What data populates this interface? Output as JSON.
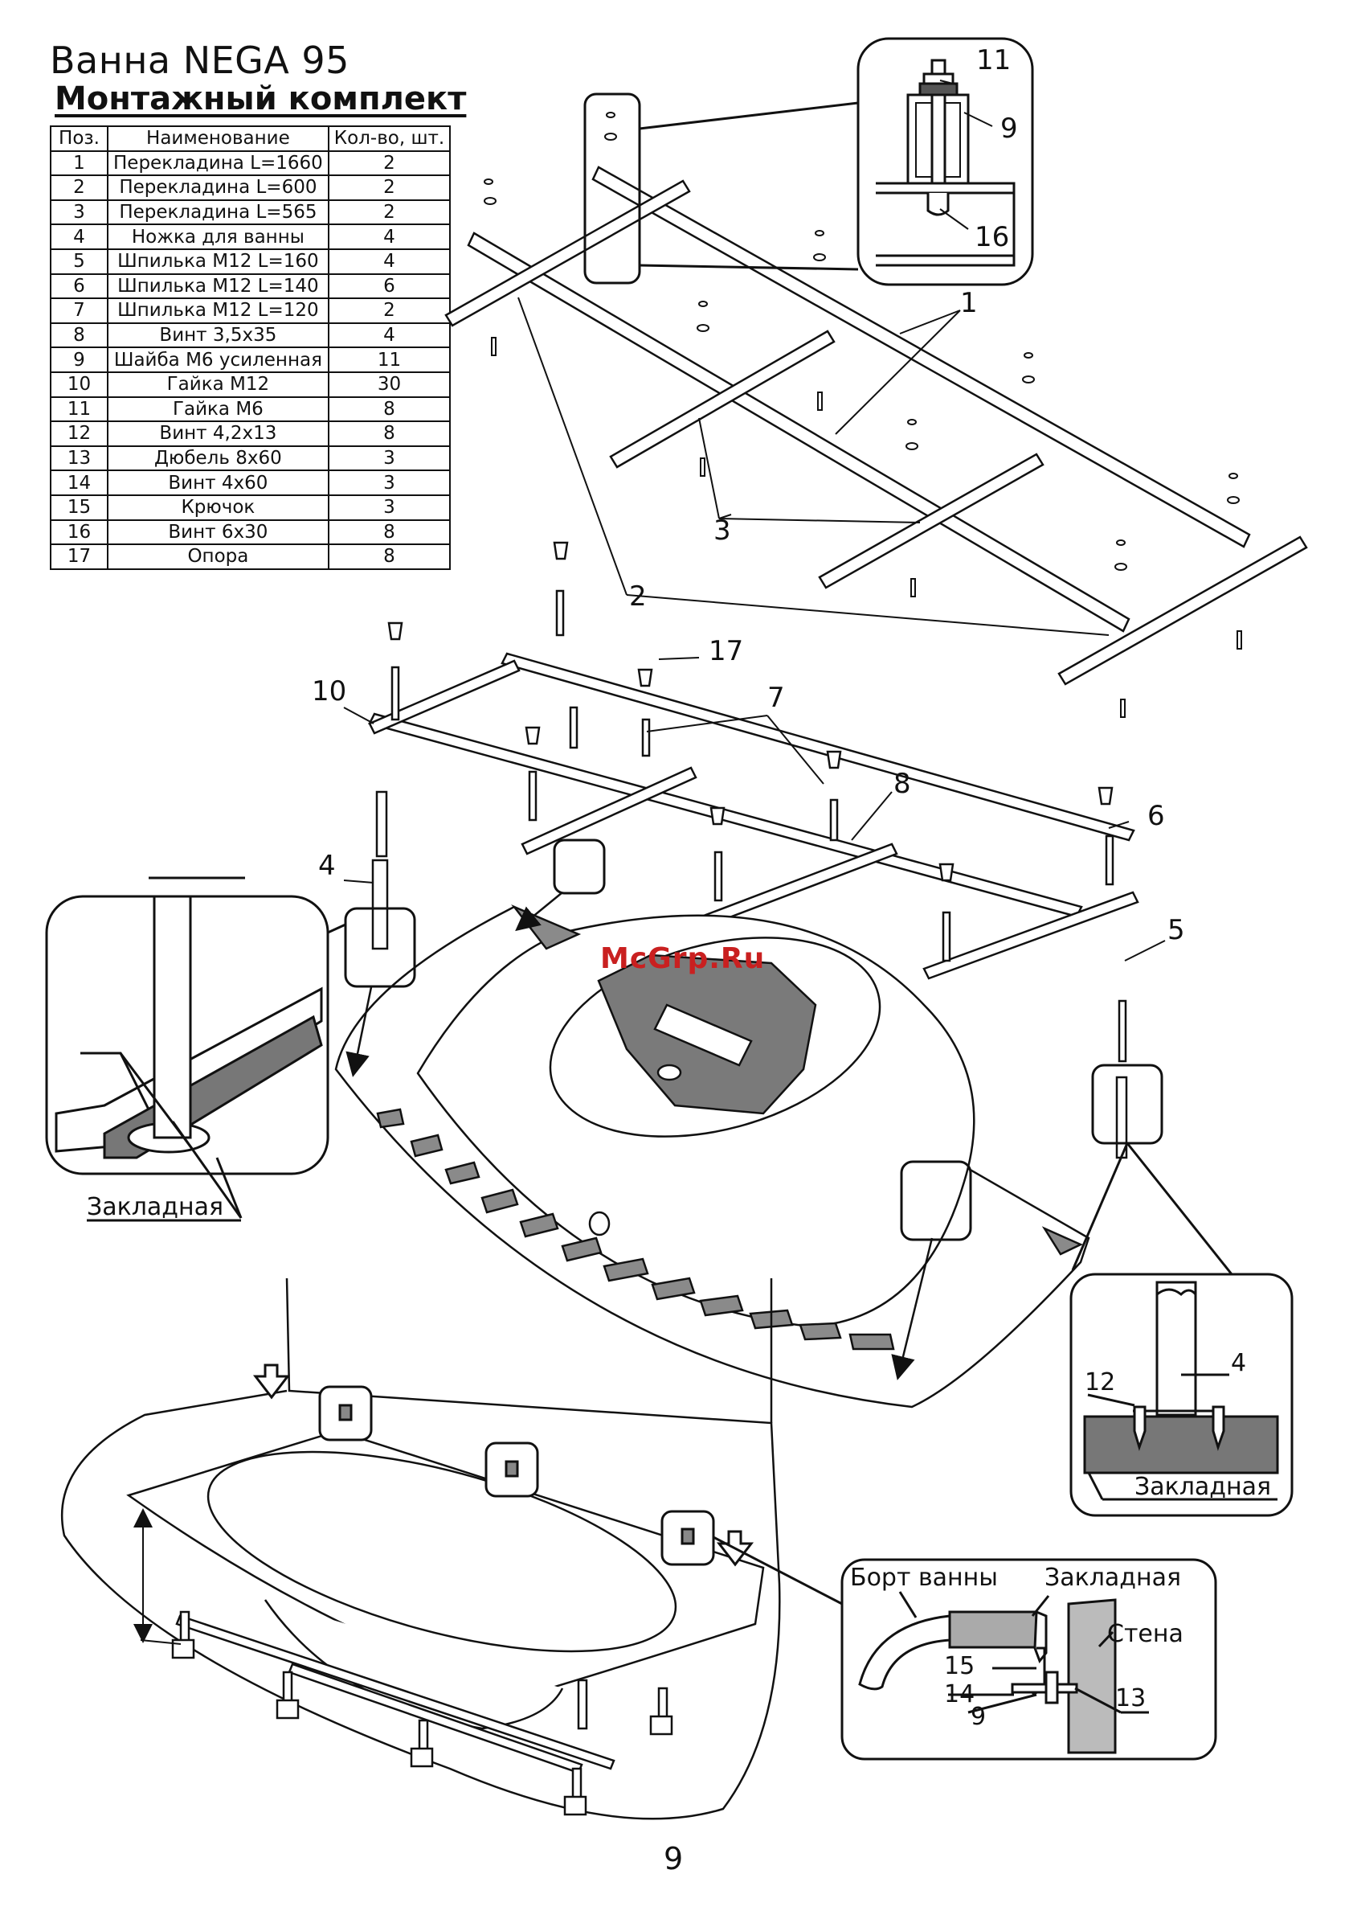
{
  "header": {
    "title": "Ванна NEGA 95",
    "subtitle": "Монтажный комплект"
  },
  "table": {
    "headers": [
      "Поз.",
      "Наименование",
      "Кол-во, шт."
    ],
    "rows": [
      [
        "1",
        "Перекладина L=1660",
        "2"
      ],
      [
        "2",
        "Перекладина L=600",
        "2"
      ],
      [
        "3",
        "Перекладина L=565",
        "2"
      ],
      [
        "4",
        "Ножка для ванны",
        "4"
      ],
      [
        "5",
        "Шпилька М12 L=160",
        "4"
      ],
      [
        "6",
        "Шпилька М12 L=140",
        "6"
      ],
      [
        "7",
        "Шпилька М12 L=120",
        "2"
      ],
      [
        "8",
        "Винт 3,5х35",
        "4"
      ],
      [
        "9",
        "Шайба М6 усиленная",
        "11"
      ],
      [
        "10",
        "Гайка М12",
        "30"
      ],
      [
        "11",
        "Гайка М6",
        "8"
      ],
      [
        "12",
        "Винт 4,2х13",
        "8"
      ],
      [
        "13",
        "Дюбель 8х60",
        "3"
      ],
      [
        "14",
        "Винт 4х60",
        "3"
      ],
      [
        "15",
        "Крючок",
        "3"
      ],
      [
        "16",
        "Винт 6х30",
        "8"
      ],
      [
        "17",
        "Опора",
        "8"
      ]
    ]
  },
  "callouts": {
    "c1": "1",
    "c2": "2",
    "c3": "3",
    "c4": "4",
    "c5": "5",
    "c6": "6",
    "c7": "7",
    "c8": "8",
    "c10": "10",
    "c17": "17",
    "detail_top": {
      "n11": "11",
      "n9": "9",
      "n16": "16"
    },
    "detail_leg": {
      "n4": "4",
      "n12": "12",
      "embed": "Закладная"
    },
    "detail_left": {
      "embed": "Закладная"
    },
    "detail_wall": {
      "rim": "Борт ванны",
      "embed": "Закладная",
      "wall": "Стена",
      "n15": "15",
      "n14": "14",
      "n9": "9",
      "n13": "13"
    }
  },
  "watermark": "McGrp.Ru",
  "page_number": "9"
}
